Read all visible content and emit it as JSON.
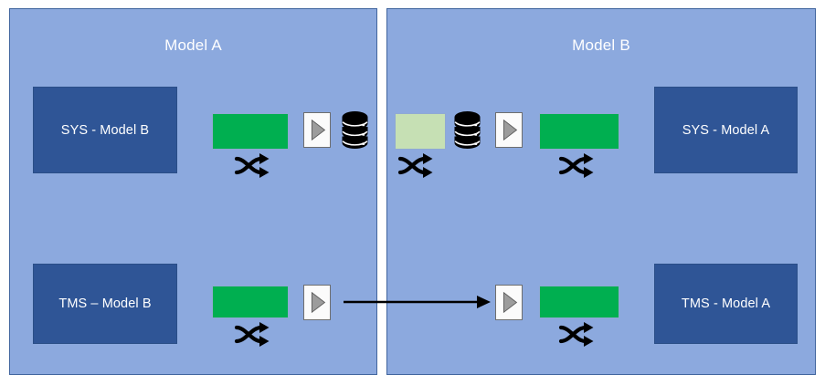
{
  "diagram": {
    "title_hidden": "",
    "colors": {
      "panel_background": "#8CA9DE",
      "panel_border": "#41659E",
      "system_box": "#2F5596",
      "green_rectangle": "#00AF50",
      "light_green_rectangle": "#C6E0B4",
      "play_icon_triangle": "#9C9C9C",
      "arrow": "#000000",
      "title_text": "#FFFFFF"
    },
    "panels": [
      {
        "id": "panel-a",
        "title": "Model A",
        "rows": [
          {
            "id": "row-sys",
            "system_box_label": "SYS - Model B",
            "icons": [
              {
                "type": "green-rectangle",
                "label": ""
              },
              {
                "type": "shuffle-icon",
                "label": ""
              },
              {
                "type": "play-icon",
                "label": ""
              },
              {
                "type": "database-icon",
                "label": ""
              }
            ]
          },
          {
            "id": "row-tms",
            "system_box_label": "TMS – Model B",
            "icons": [
              {
                "type": "green-rectangle",
                "label": ""
              },
              {
                "type": "shuffle-icon",
                "label": ""
              },
              {
                "type": "play-icon",
                "label": ""
              }
            ]
          }
        ]
      },
      {
        "id": "panel-b",
        "title": "Model B",
        "rows": [
          {
            "id": "row-sys",
            "system_box_label": "SYS - Model A",
            "icons": [
              {
                "type": "light-green-rectangle",
                "label": ""
              },
              {
                "type": "shuffle-icon",
                "label": ""
              },
              {
                "type": "database-icon",
                "label": ""
              },
              {
                "type": "play-icon",
                "label": ""
              },
              {
                "type": "green-rectangle",
                "label": ""
              },
              {
                "type": "shuffle-icon",
                "label": ""
              }
            ]
          },
          {
            "id": "row-tms",
            "system_box_label": "TMS - Model A",
            "icons": [
              {
                "type": "play-icon",
                "label": ""
              },
              {
                "type": "green-rectangle",
                "label": ""
              },
              {
                "type": "shuffle-icon",
                "label": ""
              }
            ]
          }
        ]
      }
    ],
    "connector": {
      "name": "arrow-model-a-to-model-b",
      "label": "",
      "direction": "left-to-right"
    }
  }
}
